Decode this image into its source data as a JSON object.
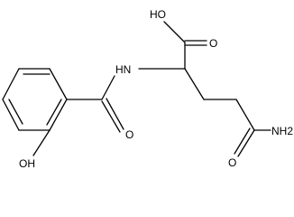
{
  "labels": {
    "carboxylic_oh": "HO",
    "carboxylic_o": "O",
    "amide_nh": "HN",
    "amide_o": "O",
    "primary_amide_nh2": "NH2",
    "primary_amide_o": "O",
    "phenol_oh": "OH"
  }
}
